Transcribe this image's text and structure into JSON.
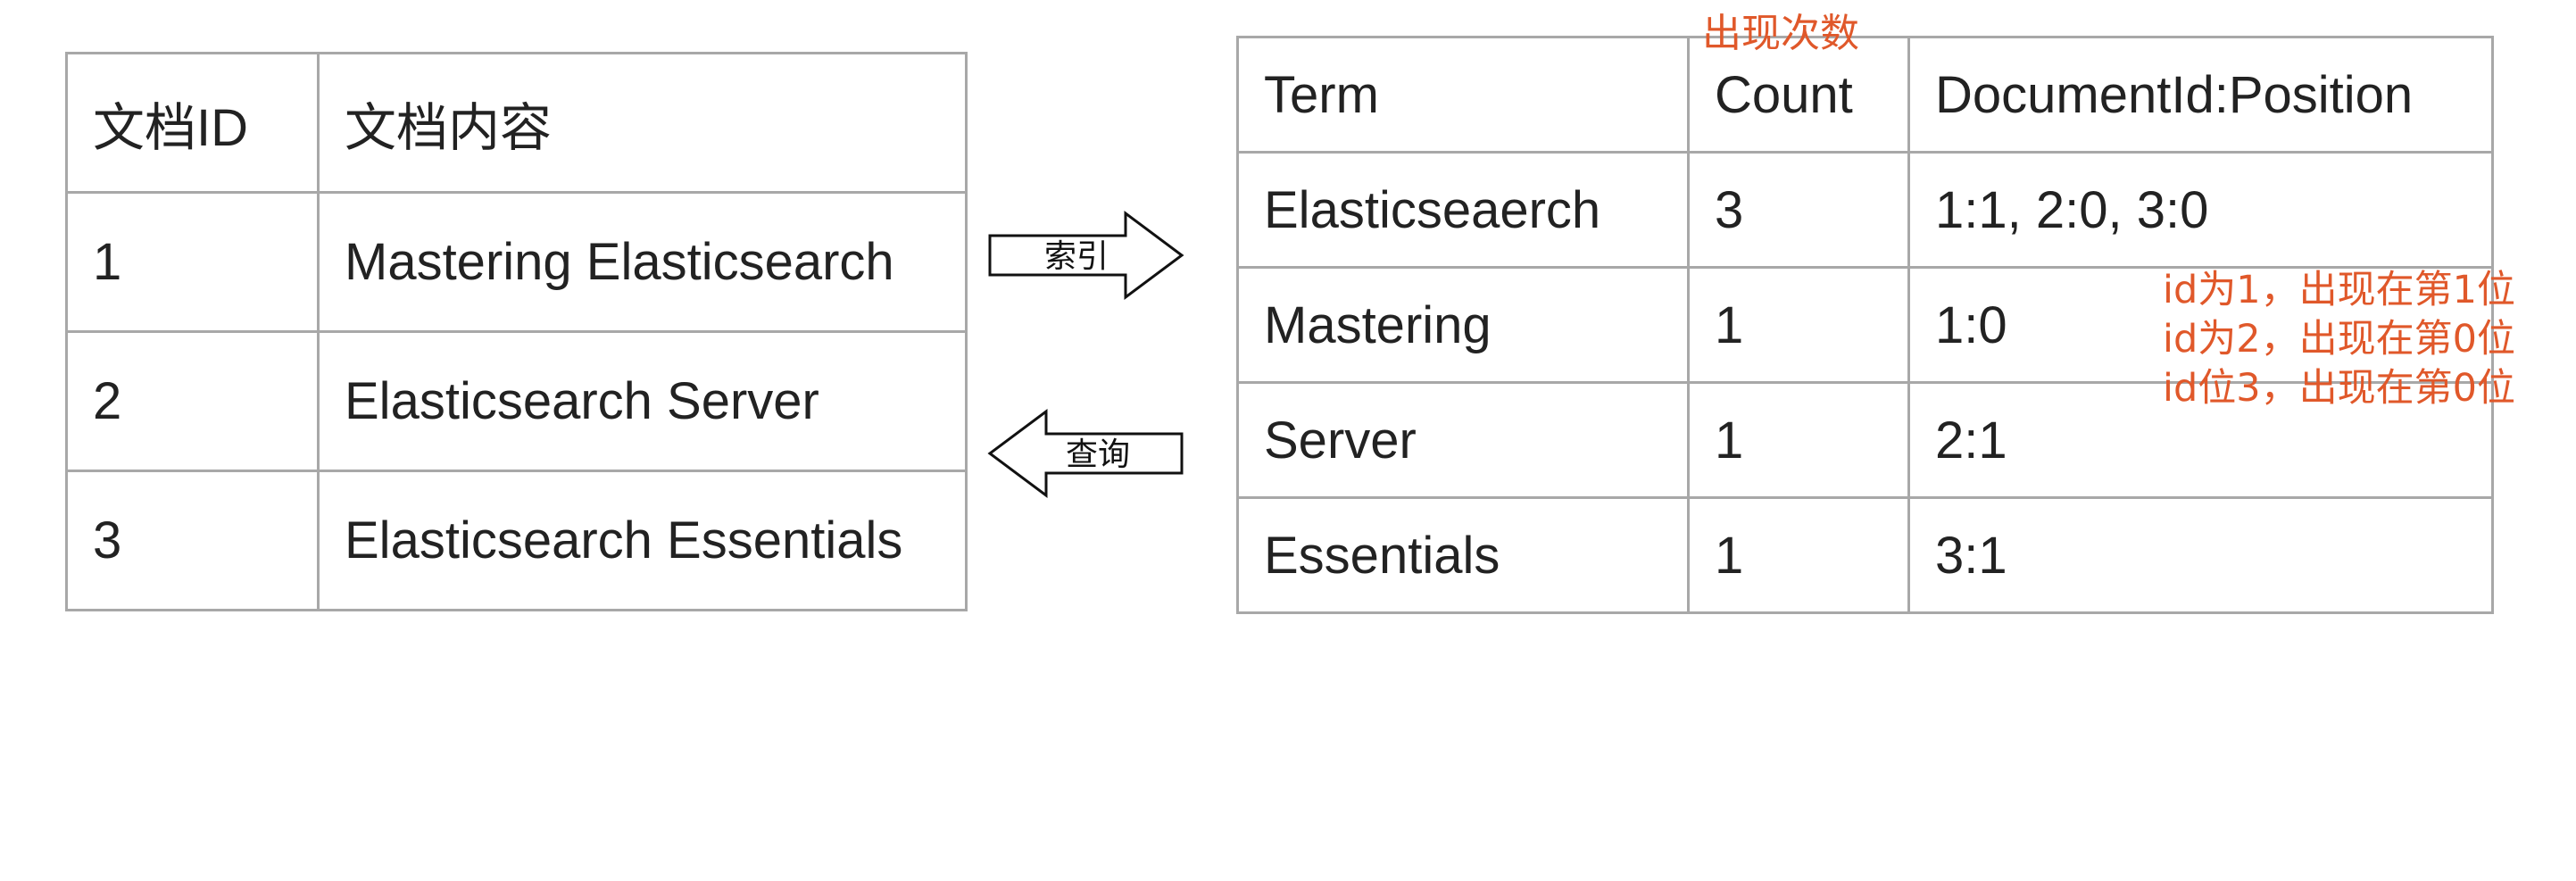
{
  "document_table": {
    "headers": [
      "文档ID",
      "文档内容"
    ],
    "rows": [
      {
        "id": "1",
        "content": "Mastering Elasticsearch"
      },
      {
        "id": "2",
        "content": "Elasticsearch Server"
      },
      {
        "id": "3",
        "content": "Elasticsearch Essentials"
      }
    ]
  },
  "arrows": {
    "index_label": "索引",
    "query_label": "查询"
  },
  "inverted_index_table": {
    "headers": [
      "Term",
      "Count",
      "DocumentId:Position"
    ],
    "rows": [
      {
        "term": "Elasticseaerch",
        "count": "3",
        "positions": "1:1, 2:0, 3:0"
      },
      {
        "term": "Mastering",
        "count": "1",
        "positions": "1:0"
      },
      {
        "term": "Server",
        "count": "1",
        "positions": "2:1"
      },
      {
        "term": "Essentials",
        "count": "1",
        "positions": "3:1"
      }
    ]
  },
  "annotations": {
    "count_note": "出现次数",
    "position_notes": [
      "id为1，出现在第1位",
      "id为2，出现在第0位",
      "id位3，出现在第0位"
    ]
  },
  "colors": {
    "annotation": "#e0582a",
    "border": "#a8a8a8",
    "text": "#222222"
  }
}
